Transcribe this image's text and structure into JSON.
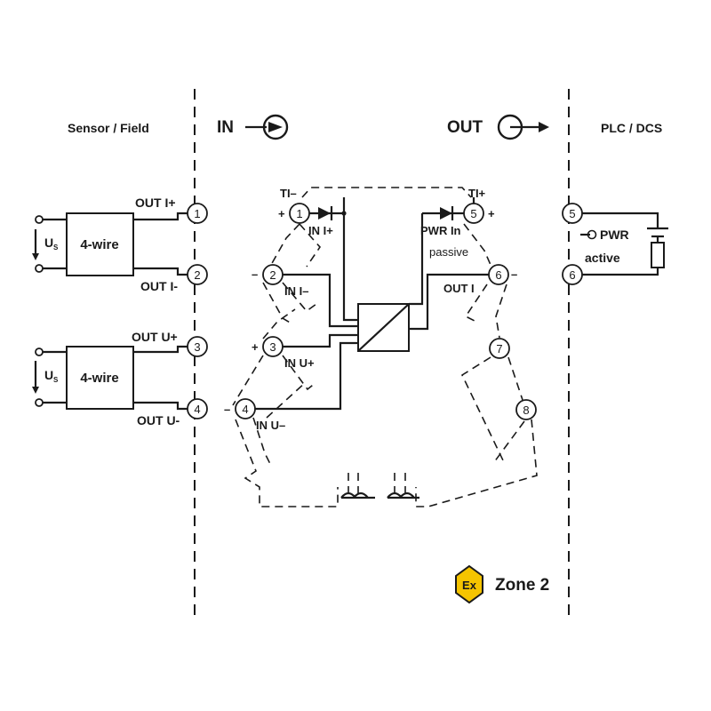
{
  "headers": {
    "left": "Sensor / Field",
    "in": "IN",
    "out": "OUT",
    "right": "PLC / DCS"
  },
  "sensors": [
    {
      "label": "4-wire",
      "supply": "U",
      "supply_sub": "S",
      "out_plus": "OUT I+",
      "out_minus": "OUT I-"
    },
    {
      "label": "4-wire",
      "supply": "U",
      "supply_sub": "S",
      "out_plus": "OUT U+",
      "out_minus": "OUT U-"
    }
  ],
  "terminals": {
    "t1": "1",
    "t2": "2",
    "t3": "3",
    "t4": "4",
    "t5": "5",
    "t6": "6",
    "t7": "7",
    "t8": "8"
  },
  "module": {
    "ti_minus": "TI–",
    "ti_plus": "TI+",
    "plus": "+",
    "minus": "–",
    "in_i_plus": "IN I+",
    "in_i_minus": "IN I–",
    "in_u_plus": "IN U+",
    "in_u_minus": "IN U–",
    "pwr_in": "PWR In",
    "passive": "passive",
    "out_i": "OUT I"
  },
  "plc": {
    "pwr": "PWR",
    "active": "active"
  },
  "zone": {
    "symbol": "Ex",
    "label": "Zone 2",
    "badge_color": "#f5c400"
  }
}
